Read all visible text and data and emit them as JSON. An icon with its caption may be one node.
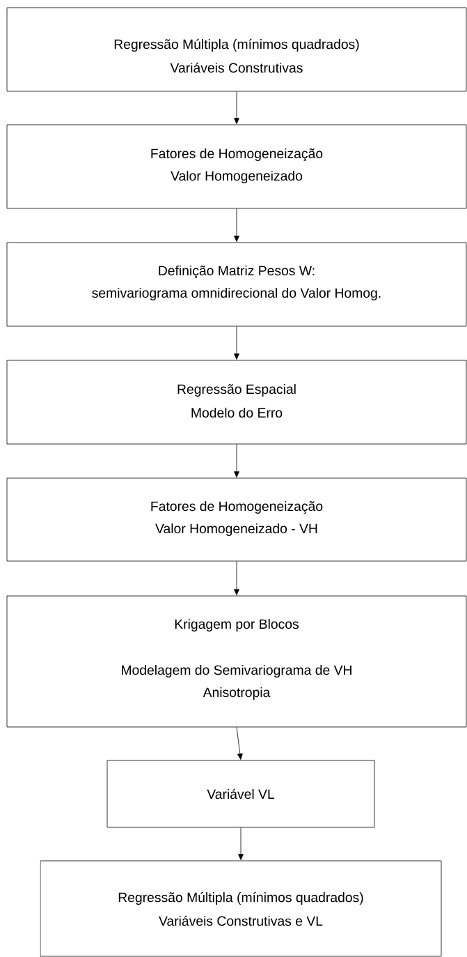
{
  "diagram": {
    "nodes": [
      {
        "text": [
          "Regressão Múltipla (mínimos quadrados)",
          "Variáveis Construtivas"
        ]
      },
      {
        "text": [
          "Fatores de Homogeneização",
          "Valor Homogeneizado"
        ]
      },
      {
        "text": [
          "Definição Matriz Pesos W:",
          "semivariograma omnidirecional do Valor Homog."
        ]
      },
      {
        "text": [
          "Regressão Espacial",
          "Modelo do Erro"
        ]
      },
      {
        "text": [
          "Fatores de Homogeneização",
          "Valor Homogeneizado - VH"
        ]
      },
      {
        "text": [
          "Krigagem por Blocos",
          "Modelagem do Semivariograma de VH",
          "Anisotropia"
        ]
      },
      {
        "text": [
          "Variável VL"
        ]
      },
      {
        "text": [
          "Regressão Múltipla (mínimos quadrados)",
          "Variáveis Construtivas e VL"
        ]
      }
    ],
    "edges": [
      {
        "from": 0,
        "to": 1,
        "arrow": "to"
      },
      {
        "from": 1,
        "to": 2,
        "arrow": "to"
      },
      {
        "from": 2,
        "to": 3,
        "arrow": "to"
      },
      {
        "from": 3,
        "to": 4,
        "arrow": "to"
      },
      {
        "from": 4,
        "to": 5,
        "arrow": "to"
      },
      {
        "from": 5,
        "to": 6,
        "arrow": "to"
      },
      {
        "from": 6,
        "to": 7,
        "arrow": "to"
      }
    ]
  }
}
